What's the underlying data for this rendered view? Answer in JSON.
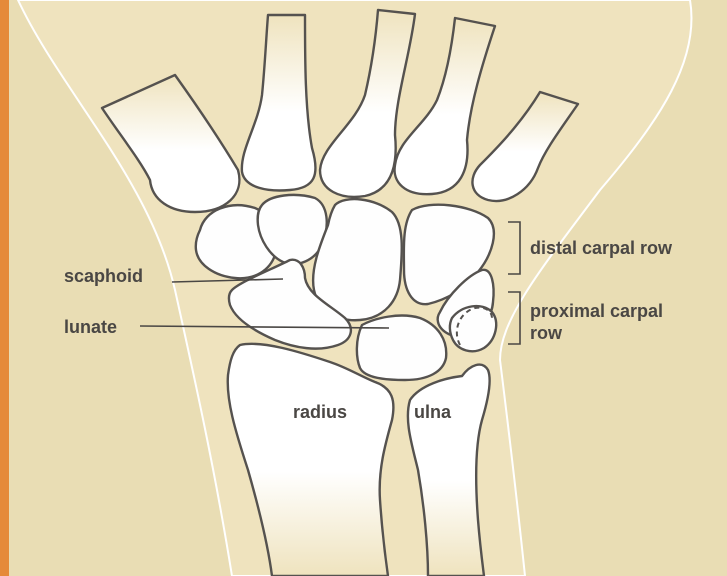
{
  "labels": {
    "scaphoid": "scaphoid",
    "lunate": "lunate",
    "radius": "radius",
    "ulna": "ulna",
    "distal_carpal_row": "distal carpal row",
    "proximal_carpal_row_line1": "proximal carpal",
    "proximal_carpal_row_line2": "row"
  },
  "colors": {
    "background": "#e9ddb4",
    "hand_skin": "#efe3be",
    "bone_fill": "#fefefe",
    "bone_outline": "#55524f",
    "border_accent": "#e58a3a",
    "label_text": "#4a4744"
  }
}
